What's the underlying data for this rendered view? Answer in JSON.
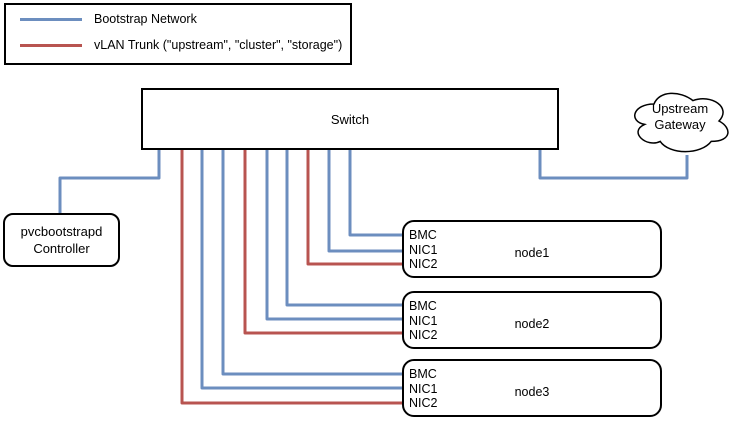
{
  "colors": {
    "line_blue": "#6c8ebf",
    "line_red": "#b85450",
    "border_black": "#000000"
  },
  "legend": {
    "items": [
      {
        "label": "Bootstrap Network",
        "color": "#6c8ebf"
      },
      {
        "label": "vLAN Trunk (\"upstream\", \"cluster\", \"storage\")",
        "color": "#b85450"
      }
    ]
  },
  "switch": {
    "label": "Switch"
  },
  "gateway": {
    "line1": "Upstream",
    "line2": "Gateway"
  },
  "controller": {
    "line1": "pvcbootstrapd",
    "line2": "Controller"
  },
  "nodes": [
    {
      "name": "node1",
      "ports": [
        "BMC",
        "NIC1",
        "NIC2"
      ]
    },
    {
      "name": "node2",
      "ports": [
        "BMC",
        "NIC1",
        "NIC2"
      ]
    },
    {
      "name": "node3",
      "ports": [
        "BMC",
        "NIC1",
        "NIC2"
      ]
    }
  ],
  "connections": [
    {
      "from": "switch",
      "to": "pvcbootstrapd-controller",
      "network": "bootstrap"
    },
    {
      "from": "switch",
      "to": "upstream-gateway",
      "network": "bootstrap"
    },
    {
      "from": "switch",
      "to": "node1.BMC",
      "network": "bootstrap"
    },
    {
      "from": "switch",
      "to": "node1.NIC1",
      "network": "bootstrap"
    },
    {
      "from": "switch",
      "to": "node1.NIC2",
      "network": "vlan-trunk"
    },
    {
      "from": "switch",
      "to": "node2.BMC",
      "network": "bootstrap"
    },
    {
      "from": "switch",
      "to": "node2.NIC1",
      "network": "bootstrap"
    },
    {
      "from": "switch",
      "to": "node2.NIC2",
      "network": "vlan-trunk"
    },
    {
      "from": "switch",
      "to": "node3.BMC",
      "network": "bootstrap"
    },
    {
      "from": "switch",
      "to": "node3.NIC1",
      "network": "bootstrap"
    },
    {
      "from": "switch",
      "to": "node3.NIC2",
      "network": "vlan-trunk"
    }
  ]
}
